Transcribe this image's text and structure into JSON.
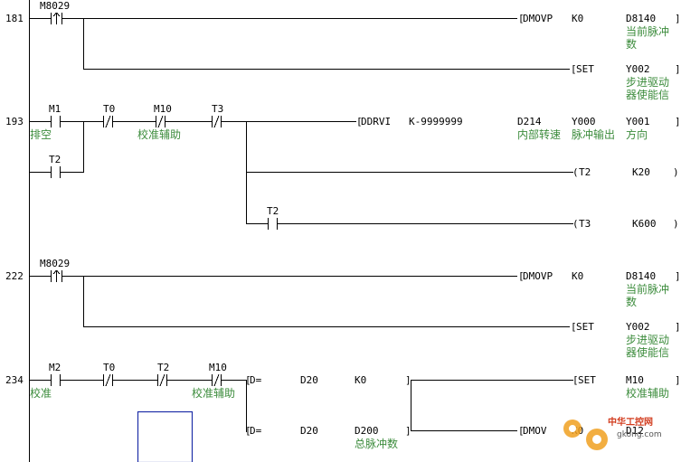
{
  "rungs": [
    {
      "step": "181",
      "contacts": [
        {
          "label": "M8029",
          "comment": "",
          "type": "rising"
        }
      ],
      "outputs": [
        {
          "instr": "DMOVP",
          "args": [
            "K0",
            "D8140"
          ],
          "comment": [
            "当前脉冲",
            "数"
          ]
        },
        {
          "instr": "SET",
          "args": [
            "Y002"
          ],
          "comment": [
            "步进驱动",
            "器使能信"
          ]
        }
      ]
    },
    {
      "step": "193",
      "contacts": [
        {
          "label": "M1",
          "comment": "排空",
          "type": "no"
        },
        {
          "label": "T0",
          "comment": "",
          "type": "nc"
        },
        {
          "label": "M10",
          "comment": "校准辅助",
          "type": "nc"
        },
        {
          "label": "T3",
          "comment": "",
          "type": "nc"
        }
      ],
      "parallel_contacts": [
        {
          "label": "T2",
          "comment": "",
          "type": "no"
        },
        {
          "label": "T2",
          "comment": "",
          "type": "no"
        }
      ],
      "outputs": [
        {
          "instr": "DDRVI",
          "args": [
            "K-9999999",
            "D214",
            "Y000",
            "Y001"
          ],
          "comment": [
            "内部转速",
            "脉冲输出",
            "方向"
          ]
        },
        {
          "instr": "T2",
          "args": [
            "K20"
          ],
          "comment": []
        },
        {
          "instr": "T3",
          "args": [
            "K600"
          ],
          "comment": []
        }
      ]
    },
    {
      "step": "222",
      "contacts": [
        {
          "label": "M8029",
          "comment": "",
          "type": "rising"
        }
      ],
      "outputs": [
        {
          "instr": "DMOVP",
          "args": [
            "K0",
            "D8140"
          ],
          "comment": [
            "当前脉冲",
            "数"
          ]
        },
        {
          "instr": "SET",
          "args": [
            "Y002"
          ],
          "comment": [
            "步进驱动",
            "器使能信"
          ]
        }
      ]
    },
    {
      "step": "234",
      "contacts": [
        {
          "label": "M2",
          "comment": "校准",
          "type": "no"
        },
        {
          "label": "T0",
          "comment": "",
          "type": "nc"
        },
        {
          "label": "T2",
          "comment": "",
          "type": "nc"
        },
        {
          "label": "M10",
          "comment": "校准辅助",
          "type": "nc"
        }
      ],
      "compares": [
        {
          "instr": "D=",
          "args": [
            "D20",
            "K0"
          ],
          "comment": ""
        },
        {
          "instr": "D=",
          "args": [
            "D20",
            "D200"
          ],
          "comment": "总脉冲数"
        }
      ],
      "outputs": [
        {
          "instr": "SET",
          "args": [
            "M10"
          ],
          "comment": [
            "校准辅助"
          ]
        },
        {
          "instr": "DMOV",
          "args": [
            "K0",
            "D12"
          ],
          "comment": []
        }
      ]
    }
  ],
  "watermark": {
    "brand": "中华工控网",
    "url": "gkong.com"
  },
  "colors": {
    "line": "#000000",
    "comment": "#3c8c3c",
    "cursor": "#1f2fa8",
    "background": "#ffffff"
  }
}
